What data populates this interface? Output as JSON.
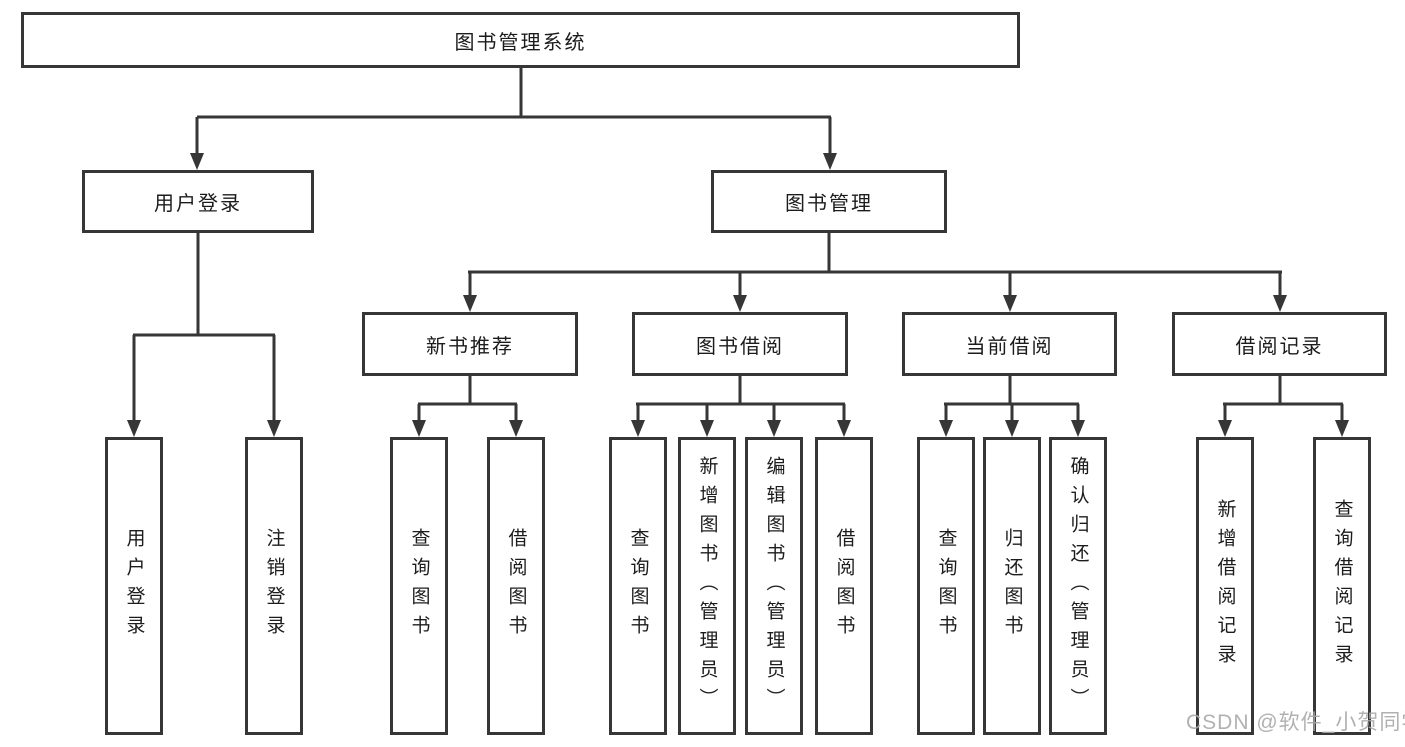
{
  "diagram_title": "图书管理系统",
  "tree": {
    "root": {
      "label": "图书管理系统",
      "children": [
        {
          "label": "用户登录",
          "children": [
            {
              "label": "用户登录"
            },
            {
              "label": "注销登录"
            }
          ]
        },
        {
          "label": "图书管理",
          "children": [
            {
              "label": "新书推荐",
              "children": [
                {
                  "label": "查询图书"
                },
                {
                  "label": "借阅图书"
                }
              ]
            },
            {
              "label": "图书借阅",
              "children": [
                {
                  "label": "查询图书"
                },
                {
                  "label": "新增图书（管理员）"
                },
                {
                  "label": "编辑图书（管理员）"
                },
                {
                  "label": "借阅图书"
                }
              ]
            },
            {
              "label": "当前借阅",
              "children": [
                {
                  "label": "查询图书"
                },
                {
                  "label": "归还图书"
                },
                {
                  "label": "确认归还（管理员）"
                }
              ]
            },
            {
              "label": "借阅记录",
              "children": [
                {
                  "label": "新增借阅记录"
                },
                {
                  "label": "查询借阅记录"
                }
              ]
            }
          ]
        }
      ]
    }
  },
  "watermark": {
    "text": "CSDN @软件_小贺同学"
  },
  "colors": {
    "line": "#363636",
    "text": "#1c1c1c",
    "watermark": "#a9a9a9",
    "background": "#ffffff"
  }
}
